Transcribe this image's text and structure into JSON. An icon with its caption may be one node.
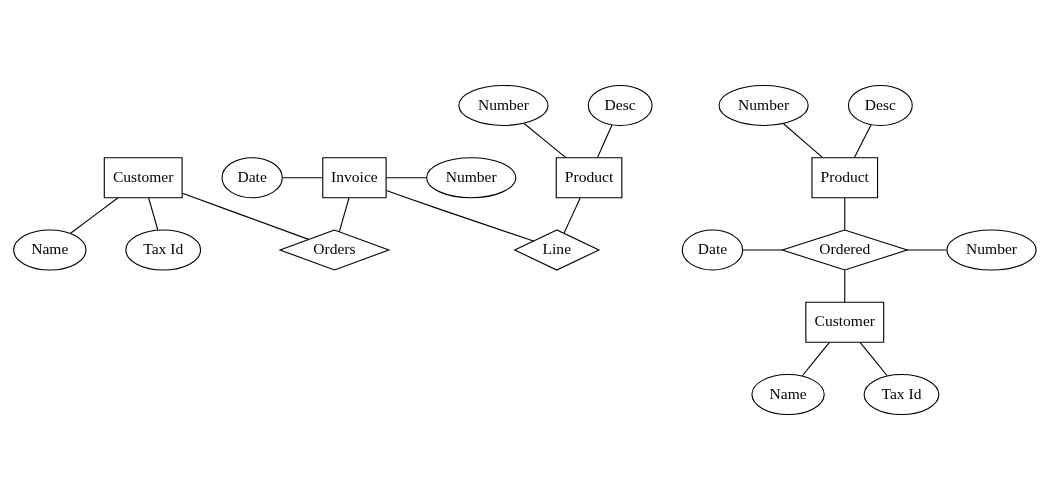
{
  "diagram": {
    "nodes": [
      {
        "text": [
          "Number"
        ]
      },
      {
        "text": [
          "Desc"
        ]
      },
      {
        "text": [
          "Product"
        ]
      },
      {
        "text": [
          "Line"
        ]
      },
      {
        "text": [
          "Date"
        ]
      },
      {
        "text": [
          "Invoice"
        ]
      },
      {
        "text": [
          "Number"
        ]
      },
      {
        "text": [
          "Orders"
        ]
      },
      {
        "text": [
          "Customer"
        ]
      },
      {
        "text": [
          "Name"
        ]
      },
      {
        "text": [
          "Tax Id"
        ]
      },
      {
        "text": [
          "Number"
        ]
      },
      {
        "text": [
          "Desc"
        ]
      },
      {
        "text": [
          "Product"
        ]
      },
      {
        "text": [
          "Date"
        ]
      },
      {
        "text": [
          "Ordered"
        ]
      },
      {
        "text": [
          "Number"
        ]
      },
      {
        "text": [
          "Customer"
        ]
      },
      {
        "text": [
          "Name"
        ]
      },
      {
        "text": [
          "Tax Id"
        ]
      }
    ],
    "edges": [
      {
        "from": 0,
        "to": 2,
        "arrow": "none"
      },
      {
        "from": 1,
        "to": 2,
        "arrow": "none"
      },
      {
        "from": 2,
        "to": 3,
        "arrow": "none"
      },
      {
        "from": 5,
        "to": 3,
        "arrow": "none"
      },
      {
        "from": 4,
        "to": 5,
        "arrow": "none"
      },
      {
        "from": 5,
        "to": 6,
        "arrow": "none"
      },
      {
        "from": 5,
        "to": 7,
        "arrow": "none"
      },
      {
        "from": 8,
        "to": 7,
        "arrow": "none"
      },
      {
        "from": 8,
        "to": 9,
        "arrow": "none"
      },
      {
        "from": 8,
        "to": 10,
        "arrow": "none"
      },
      {
        "from": 11,
        "to": 13,
        "arrow": "none"
      },
      {
        "from": 12,
        "to": 13,
        "arrow": "none"
      },
      {
        "from": 13,
        "to": 15,
        "arrow": "none"
      },
      {
        "from": 14,
        "to": 15,
        "arrow": "none"
      },
      {
        "from": 15,
        "to": 16,
        "arrow": "none"
      },
      {
        "from": 15,
        "to": 17,
        "arrow": "none"
      },
      {
        "from": 17,
        "to": 18,
        "arrow": "none"
      },
      {
        "from": 17,
        "to": 19,
        "arrow": "none"
      }
    ]
  }
}
